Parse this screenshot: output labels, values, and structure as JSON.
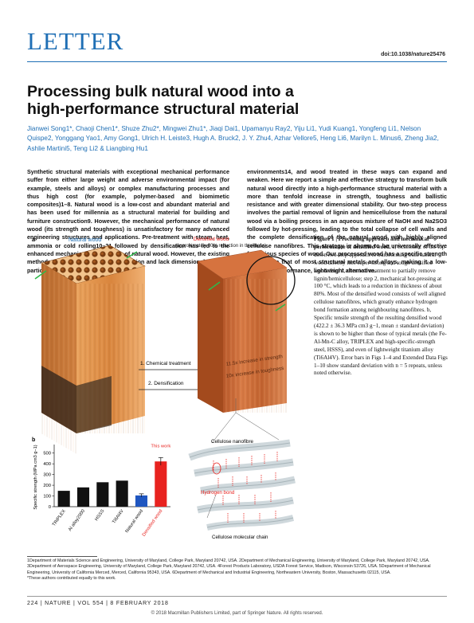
{
  "header": {
    "section": "LETTER",
    "doi": "doi:10.1038/nature25476"
  },
  "article": {
    "title_line1": "Processing bulk natural wood into a",
    "title_line2": "high-performance structural material",
    "authors": "Jianwei Song1*, Chaoji Chen1*, Shuze Zhu2*, Mingwei Zhu1*, Jiaqi Dai1, Upamanyu Ray2, Yiju Li1, Yudi Kuang1, Yongfeng Li1, Nelson Quispe2, Yonggang Yao1, Amy Gong1, Ulrich H. Leiste3, Hugh A. Bruck2, J. Y. Zhu4, Azhar Vellore5, Heng Li6, Marilyn L. Minus6, Zheng Jia2, Ashlie Martini5, Teng Li2 & Liangbing Hu1",
    "abstract_col1": "Synthetic structural materials with exceptional mechanical performance suffer from either large weight and adverse environmental impact (for example, steels and alloys) or complex manufacturing processes and thus high cost (for example, polymer-based and biomimetic composites)1–8. Natural wood is a low-cost and abundant material and has been used for millennia as a structural material for building and furniture construction9. However, the mechanical performance of natural wood (its strength and toughness) is unsatisfactory for many advanced engineering structures and applications. Pre-treatment with steam, heat, ammonia or cold rolling10–21 followed by densification has led to the enhanced mechanical performance of natural wood. However, the existing methods result in incomplete densification and lack dimensional stability, particularly in response to humid",
    "abstract_col2": "environments14, and wood treated in these ways can expand and weaken. Here we report a simple and effective strategy to transform bulk natural wood directly into a high-performance structural material with a more than tenfold increase in strength, toughness and ballistic resistance and with greater dimensional stability. Our two-step process involves the partial removal of lignin and hemicellulose from the natural wood via a boiling process in an aqueous mixture of NaOH and Na2SO3 followed by hot-pressing, leading to the total collapse of cell walls and the complete densification of the natural wood with highly aligned cellulose nanofibres. This strategy is shown to be universally effective for various species of wood. Our processed wood has a specific strength higher than that of most structural metals and alloys, making it a low-cost, high-performance, lightweight alternative."
  },
  "figure": {
    "panel_a_label": "a",
    "panel_b_label": "b",
    "natural_wood_label": "Natural wood",
    "densified_wood_label": "Densified wood",
    "densified_wood_sublabel": "(approximately 80% reduction in thickness)",
    "step1_label": "1. Chemical treatment",
    "step2_label": "2. Densification",
    "strength_increase_label": "11.5x increase in strength",
    "toughness_increase_label": "10x increase in toughness",
    "cellulose_nanofibre_label": "Cellulose nanofibre",
    "hydrogen_bond_label": "Hydrogen bond",
    "cellulose_chain_label": "Cellulose molecular chain",
    "this_work_label": "This work",
    "caption_title": "Figure 1 | Processing approach and mechanical performance of densified wood.",
    "caption_body": " a, Schematic of the top-down two-step approach to transforming bulk natural wood directly into super-strong and tough densified wood. Step 1, chemical treatment to partially remove lignin/hemicellulose; step 2, mechanical hot-pressing at 100 °C, which leads to a reduction in thickness of about 80%. Most of the densified wood consists of well aligned cellulose nanofibres, which greatly enhance hydrogen bond formation among neighbouring nanofibres. b, Specific tensile strength of the resulting densified wood (422.2 ± 36.3 MPa cm3 g−1, mean ± standard deviation) is shown to be higher than those of typical metals (the Fe-Al-Mn-C alloy, TRIPLEX and high-specific-strength steel, HSSS), and even of lightweight titanium alloy (Ti6Al4V). Error bars in Figs 1–4 and Extended Data Figs 1–10 show standard deviation with n = 5 repeats, unless noted otherwise."
  },
  "chart_data": {
    "type": "bar",
    "ylabel": "Specific strength (MPa cm3 g−1)",
    "ylim": [
      0,
      550
    ],
    "yticks": [
      0,
      100,
      200,
      300,
      400,
      500
    ],
    "categories": [
      "TRIPLEX",
      "Al alloy2000",
      "HSSS",
      "Ti6Al4V",
      "Natural wood",
      "Densified wood"
    ],
    "values": [
      148,
      180,
      228,
      243,
      105,
      422.2
    ],
    "errors": [
      0,
      0,
      0,
      0,
      15,
      36.3
    ],
    "colors": [
      "#111111",
      "#111111",
      "#111111",
      "#111111",
      "#1f56c0",
      "#e8231f"
    ],
    "label_colors": [
      "#111111",
      "#111111",
      "#111111",
      "#111111",
      "#111111",
      "#e8231f"
    ]
  },
  "footnotes": {
    "line1": "1Department of Materials Science and Engineering, University of Maryland, College Park, Maryland 20742, USA. 2Department of Mechanical Engineering, University of Maryland, College Park, Maryland 20742, USA. 3Department of Aerospace Engineering, University of Maryland, College Park, Maryland 20742, USA. 4Forest Products Laboratory, USDA Forest Service, Madison, Wisconsin 53726, USA. 5Department of Mechanical Engineering, University of California Merced, Merced, California 95343, USA. 6Department of Mechanical and Industrial Engineering, Northeastern University, Boston, Massachusetts 02115, USA.",
    "line2": "*These authors contributed equally to this work."
  },
  "footer": {
    "issue": "224 | NATURE | VOL 554 | 8 FEBRUARY 2018",
    "copyright": "© 2018 Macmillan Publishers Limited, part of Springer Nature. All rights reserved."
  }
}
